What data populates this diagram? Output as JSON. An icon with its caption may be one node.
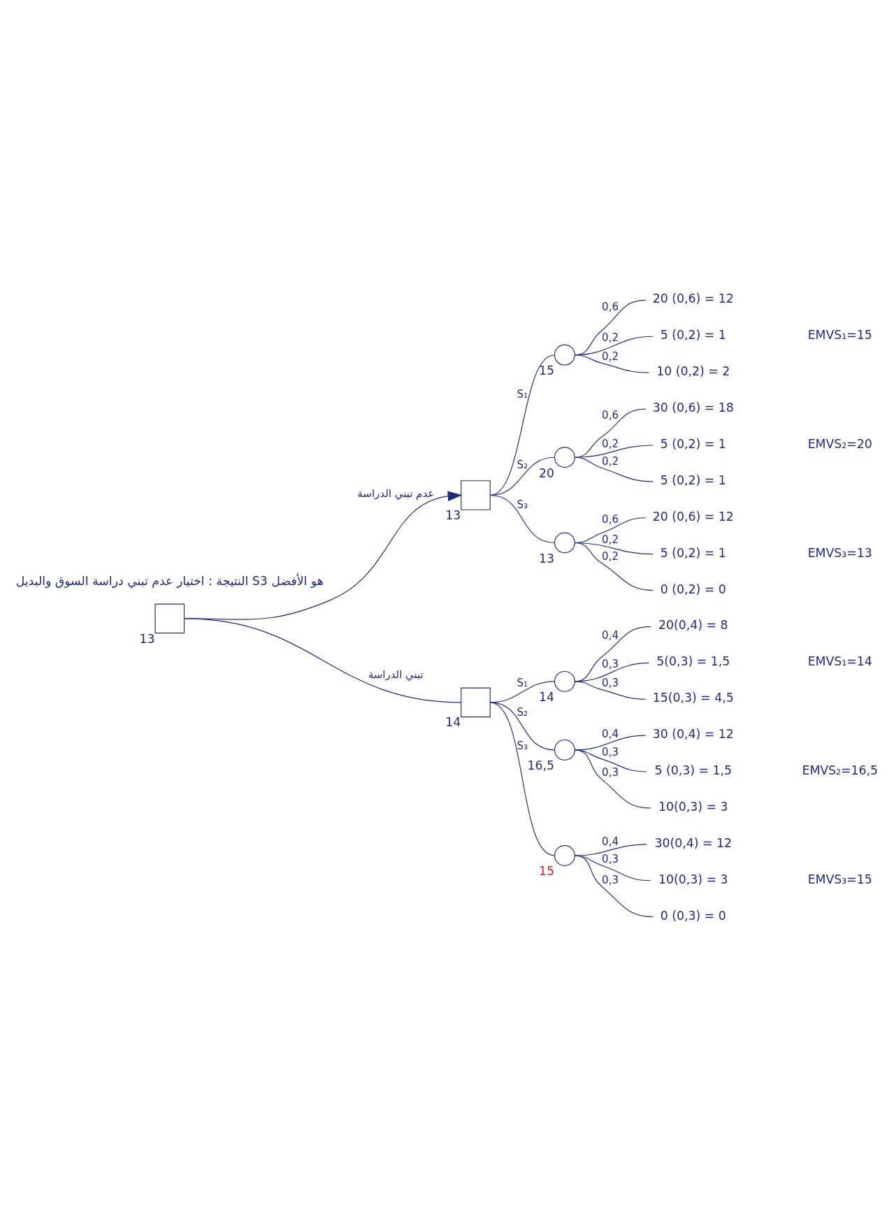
{
  "diagram": {
    "nodes": [
      {
        "text": [],
        "shape": "box",
        "beside": [
          "13"
        ]
      },
      {
        "text": [],
        "shape": "box",
        "beside": [
          "13"
        ]
      },
      {
        "text": [],
        "shape": "circle",
        "beside": [
          "15"
        ]
      },
      {
        "text": [],
        "shape": "circle",
        "beside": [
          "20"
        ]
      },
      {
        "text": [],
        "shape": "circle",
        "beside": [
          "13"
        ]
      },
      {
        "text": [
          "20 (0,6) = 12"
        ]
      },
      {
        "text": [
          "5 (0,2) = 1"
        ]
      },
      {
        "text": [
          "10 (0,2) = 2"
        ]
      },
      {
        "text": [
          "30 (0,6) = 18"
        ]
      },
      {
        "text": [
          "5 (0,2) = 1"
        ]
      },
      {
        "text": [
          "5 (0,2) = 1"
        ]
      },
      {
        "text": [
          "20 (0,6) = 12"
        ]
      },
      {
        "text": [
          "5 (0,2) = 1"
        ]
      },
      {
        "text": [
          "0 (0,2) = 0"
        ]
      },
      {
        "text": [],
        "shape": "box",
        "beside": [
          "14"
        ]
      },
      {
        "text": [],
        "shape": "circle",
        "beside": [
          "14"
        ]
      },
      {
        "text": [],
        "shape": "circle",
        "beside": [
          "16,5"
        ]
      },
      {
        "text": [],
        "shape": "circle",
        "beside": [
          "15"
        ]
      },
      {
        "text": [
          "20(0,4) = 8"
        ]
      },
      {
        "text": [
          "5(0,3) = 1,5"
        ]
      },
      {
        "text": [
          "15(0,3) = 4,5"
        ]
      },
      {
        "text": [
          "30 (0,4) = 12"
        ]
      },
      {
        "text": [
          "5 (0,3) = 1,5"
        ]
      },
      {
        "text": [
          "10(0,3) = 3"
        ]
      },
      {
        "text": [
          "30(0,4) = 12"
        ]
      },
      {
        "text": [
          "10(0,3) = 3"
        ]
      },
      {
        "text": [
          "0 (0,3) = 0"
        ]
      }
    ],
    "edges": [
      {
        "from": 0,
        "to": 1,
        "arrow": "to",
        "label": "عدم تبني الدراسة"
      },
      {
        "from": 1,
        "to": 2,
        "arrow": "none",
        "label": "S₁"
      },
      {
        "from": 1,
        "to": 3,
        "arrow": "none",
        "label": "S₂"
      },
      {
        "from": 1,
        "to": 4,
        "arrow": "none",
        "label": "S₃"
      },
      {
        "from": 2,
        "to": 5,
        "arrow": "none",
        "label": "0,6"
      },
      {
        "from": 2,
        "to": 6,
        "arrow": "none",
        "label": "0,2"
      },
      {
        "from": 2,
        "to": 7,
        "arrow": "none",
        "label": "0,2"
      },
      {
        "from": 3,
        "to": 8,
        "arrow": "none",
        "label": "0,6"
      },
      {
        "from": 3,
        "to": 9,
        "arrow": "none",
        "label": "0,2"
      },
      {
        "from": 3,
        "to": 10,
        "arrow": "none",
        "label": "0,2"
      },
      {
        "from": 4,
        "to": 11,
        "arrow": "none",
        "label": "0,6"
      },
      {
        "from": 4,
        "to": 12,
        "arrow": "none",
        "label": "0,2"
      },
      {
        "from": 4,
        "to": 13,
        "arrow": "none",
        "label": "0,2"
      },
      {
        "from": 0,
        "to": 14,
        "arrow": "none",
        "label": "تبني الدراسة"
      },
      {
        "from": 14,
        "to": 15,
        "arrow": "none",
        "label": "S₁"
      },
      {
        "from": 14,
        "to": 16,
        "arrow": "none",
        "label": "S₂"
      },
      {
        "from": 14,
        "to": 17,
        "arrow": "none",
        "label": "S₃"
      },
      {
        "from": 15,
        "to": 18,
        "arrow": "none",
        "label": "0,4"
      },
      {
        "from": 15,
        "to": 19,
        "arrow": "none",
        "label": "0,3"
      },
      {
        "from": 15,
        "to": 20,
        "arrow": "none",
        "label": "0,3"
      },
      {
        "from": 16,
        "to": 21,
        "arrow": "none",
        "label": "0,4"
      },
      {
        "from": 16,
        "to": 22,
        "arrow": "none",
        "label": "0,3"
      },
      {
        "from": 16,
        "to": 23,
        "arrow": "none",
        "label": "0,3"
      },
      {
        "from": 17,
        "to": 24,
        "arrow": "none",
        "label": "0,4"
      },
      {
        "from": 17,
        "to": 25,
        "arrow": "none",
        "label": "0,3"
      },
      {
        "from": 17,
        "to": 26,
        "arrow": "none",
        "label": "0,3"
      }
    ],
    "labels": [
      "EMVS₁=15",
      "EMVS₂=20",
      "EMVS₃=13",
      "EMVS₁=14",
      "EMVS₂=16,5",
      "EMVS₃=15",
      "النتيجة : اختيار عدم تبني دراسة السوق والبديل S3 هو الأفضل"
    ]
  }
}
